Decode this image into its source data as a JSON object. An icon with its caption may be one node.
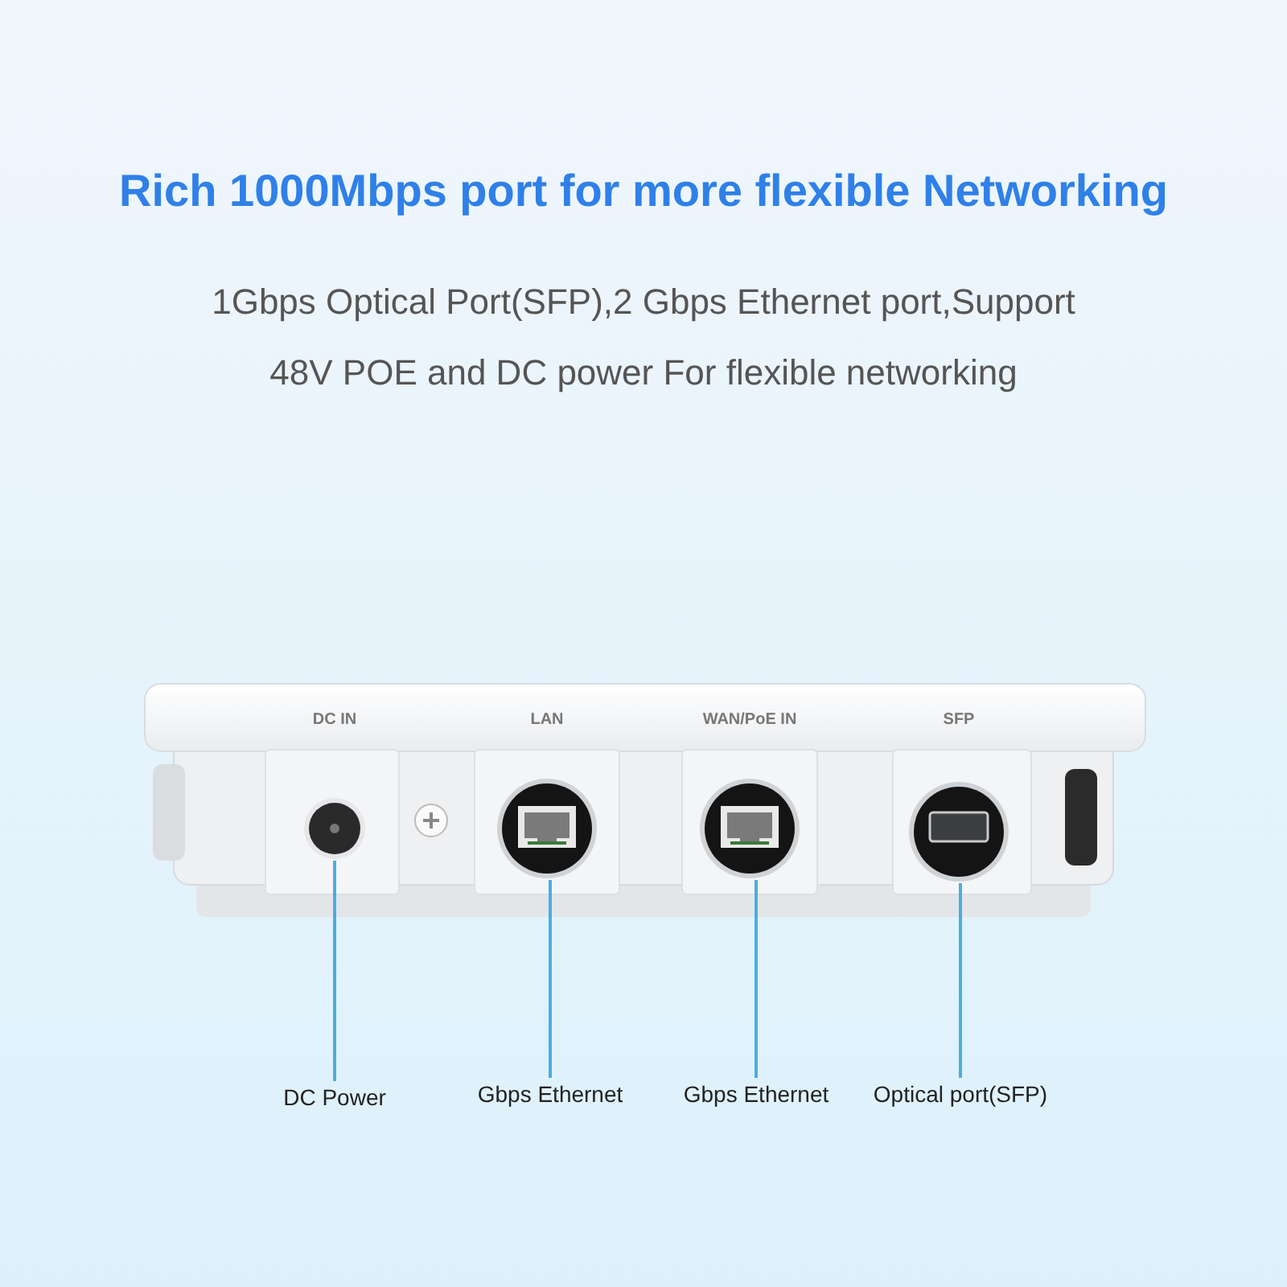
{
  "diagram": {
    "title": "Rich 1000Mbps port for more flexible Networking",
    "nodes": [
      {
        "text": [],
        "shape": "picture"
      },
      {
        "text": [],
        "shape": "picture"
      },
      {
        "text": [],
        "shape": "picture"
      },
      {
        "text": [],
        "shape": "picture"
      },
      {
        "text": [
          "DC Power"
        ]
      },
      {
        "text": [
          "Gbps Ethernet"
        ]
      },
      {
        "text": [
          "Gbps Ethernet"
        ]
      },
      {
        "text": [
          "Optical port(SFP)"
        ]
      }
    ],
    "edges": [
      {
        "from": 4,
        "to": 0,
        "arrow": "none"
      },
      {
        "from": 5,
        "to": 1,
        "arrow": "none"
      },
      {
        "from": 6,
        "to": 2,
        "arrow": "none"
      },
      {
        "from": 7,
        "to": 3,
        "arrow": "none"
      }
    ],
    "labels": [
      "1Gbps Optical Port(SFP),2 Gbps Ethernet port,Support 48V POE and DC power For flexible networking",
      "DC IN",
      "LAN",
      "WAN/PoE IN",
      "SFP"
    ]
  }
}
